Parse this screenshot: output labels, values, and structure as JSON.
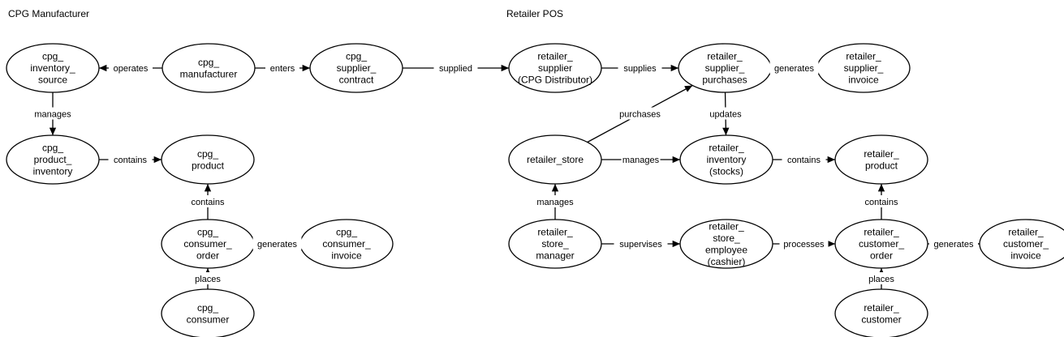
{
  "sections": [
    {
      "id": "cpg",
      "title": "CPG Manufacturer"
    },
    {
      "id": "retail",
      "title": "Retailer POS"
    }
  ],
  "nodes": [
    {
      "id": "cpg_inventory_source",
      "lines": [
        "cpg_",
        "inventory_",
        "source"
      ]
    },
    {
      "id": "cpg_manufacturer",
      "lines": [
        "cpg_",
        "manufacturer"
      ]
    },
    {
      "id": "cpg_supplier_contract",
      "lines": [
        "cpg_",
        "supplier_",
        "contract"
      ]
    },
    {
      "id": "retailer_supplier",
      "lines": [
        "retailer_",
        "supplier",
        "(CPG Distributor)"
      ]
    },
    {
      "id": "retailer_supplier_purchases",
      "lines": [
        "retailer_",
        "supplier_",
        "purchases"
      ]
    },
    {
      "id": "retailer_supplier_invoice",
      "lines": [
        "retailer_",
        "supplier_",
        "invoice"
      ]
    },
    {
      "id": "cpg_product_inventory",
      "lines": [
        "cpg_",
        "product_",
        "inventory"
      ]
    },
    {
      "id": "cpg_product",
      "lines": [
        "cpg_",
        "product"
      ]
    },
    {
      "id": "cpg_consumer_order",
      "lines": [
        "cpg_",
        "consumer_",
        "order"
      ]
    },
    {
      "id": "cpg_consumer_invoice",
      "lines": [
        "cpg_",
        "consumer_",
        "invoice"
      ]
    },
    {
      "id": "cpg_consumer",
      "lines": [
        "cpg_",
        "consumer"
      ]
    },
    {
      "id": "retailer_store",
      "lines": [
        "retailer_store"
      ]
    },
    {
      "id": "retailer_inventory",
      "lines": [
        "retailer_",
        "inventory",
        "(stocks)"
      ]
    },
    {
      "id": "retailer_product",
      "lines": [
        "retailer_",
        "product"
      ]
    },
    {
      "id": "retailer_store_manager",
      "lines": [
        "retailer_",
        "store_",
        "manager"
      ]
    },
    {
      "id": "retailer_store_employee",
      "lines": [
        "retailer_",
        "store_",
        "employee",
        "(cashier)"
      ]
    },
    {
      "id": "retailer_customer_order",
      "lines": [
        "retailer_",
        "customer_",
        "order"
      ]
    },
    {
      "id": "retailer_customer_invoice",
      "lines": [
        "retailer_",
        "customer_",
        "invoice"
      ]
    },
    {
      "id": "retailer_customer",
      "lines": [
        "retailer_",
        "customer"
      ]
    }
  ],
  "edges": [
    {
      "id": "operates",
      "from": "cpg_manufacturer",
      "to": "cpg_inventory_source",
      "label": "operates"
    },
    {
      "id": "enters",
      "from": "cpg_manufacturer",
      "to": "cpg_supplier_contract",
      "label": "enters"
    },
    {
      "id": "supplied",
      "from": "cpg_supplier_contract",
      "to": "retailer_supplier",
      "label": "supplied"
    },
    {
      "id": "supplies",
      "from": "retailer_supplier",
      "to": "retailer_supplier_purchases",
      "label": "supplies"
    },
    {
      "id": "generates-supplier-invoice",
      "from": "retailer_supplier_purchases",
      "to": "retailer_supplier_invoice",
      "label": "generates"
    },
    {
      "id": "manages-inventory-source",
      "from": "cpg_inventory_source",
      "to": "cpg_product_inventory",
      "label": "manages"
    },
    {
      "id": "contains-cpg-product",
      "from": "cpg_product_inventory",
      "to": "cpg_product",
      "label": "contains"
    },
    {
      "id": "contains-order-product",
      "from": "cpg_consumer_order",
      "to": "cpg_product",
      "label": "contains"
    },
    {
      "id": "generates-consumer-invoice",
      "from": "cpg_consumer_order",
      "to": "cpg_consumer_invoice",
      "label": "generates"
    },
    {
      "id": "places-cpg",
      "from": "cpg_consumer",
      "to": "cpg_consumer_order",
      "label": "places"
    },
    {
      "id": "purchases",
      "from": "retailer_store",
      "to": "retailer_supplier_purchases",
      "label": "purchases"
    },
    {
      "id": "updates",
      "from": "retailer_supplier_purchases",
      "to": "retailer_inventory",
      "label": "updates"
    },
    {
      "id": "manages-inventory",
      "from": "retailer_store",
      "to": "retailer_inventory",
      "label": "manages"
    },
    {
      "id": "contains-retailer-product",
      "from": "retailer_inventory",
      "to": "retailer_product",
      "label": "contains"
    },
    {
      "id": "manages-store",
      "from": "retailer_store_manager",
      "to": "retailer_store",
      "label": "manages"
    },
    {
      "id": "supervises",
      "from": "retailer_store_manager",
      "to": "retailer_store_employee",
      "label": "supervises"
    },
    {
      "id": "processes",
      "from": "retailer_store_employee",
      "to": "retailer_customer_order",
      "label": "processes"
    },
    {
      "id": "contains-customer-product",
      "from": "retailer_customer_order",
      "to": "retailer_product",
      "label": "contains"
    },
    {
      "id": "generates-customer-invoice",
      "from": "retailer_customer_order",
      "to": "retailer_customer_invoice",
      "label": "generates"
    },
    {
      "id": "places-retail",
      "from": "retailer_customer",
      "to": "retailer_customer_order",
      "label": "places"
    }
  ]
}
